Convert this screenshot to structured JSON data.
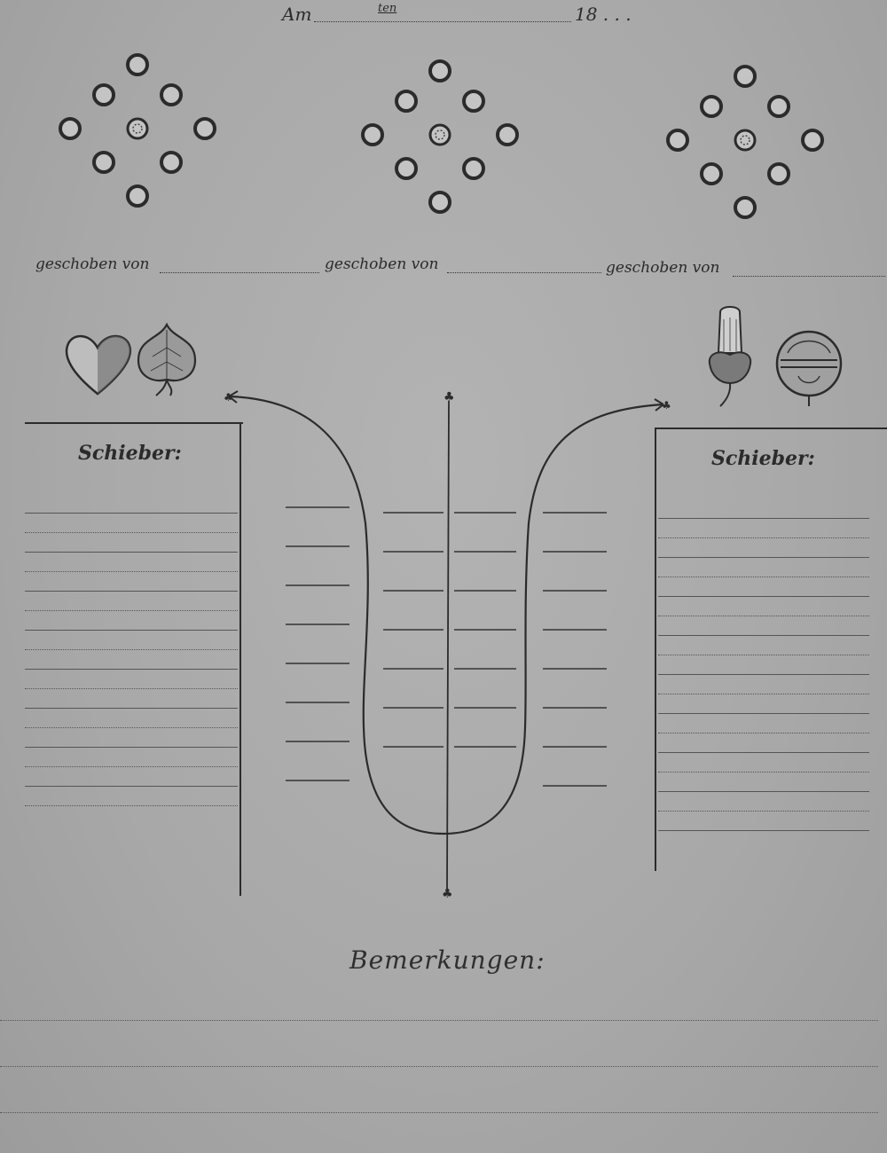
{
  "header": {
    "am_label": "Am",
    "ten_label": "ten",
    "year_label": "18 . . ."
  },
  "diagrams": {
    "pushed_label_1": "geschoben von",
    "pushed_label_2": "geschoben von",
    "pushed_label_3": "geschoben von"
  },
  "suits": {
    "left": [
      "heart-icon",
      "leaf-icon"
    ],
    "right": [
      "acorn-icon",
      "bell-icon"
    ]
  },
  "left_panel": {
    "title": "Schieber:"
  },
  "right_panel": {
    "title": "Schieber:"
  },
  "remarks": {
    "title": "Bemerkungen:"
  },
  "colors": {
    "paper": "#a9a9a9",
    "ink": "#2a2a2a"
  }
}
